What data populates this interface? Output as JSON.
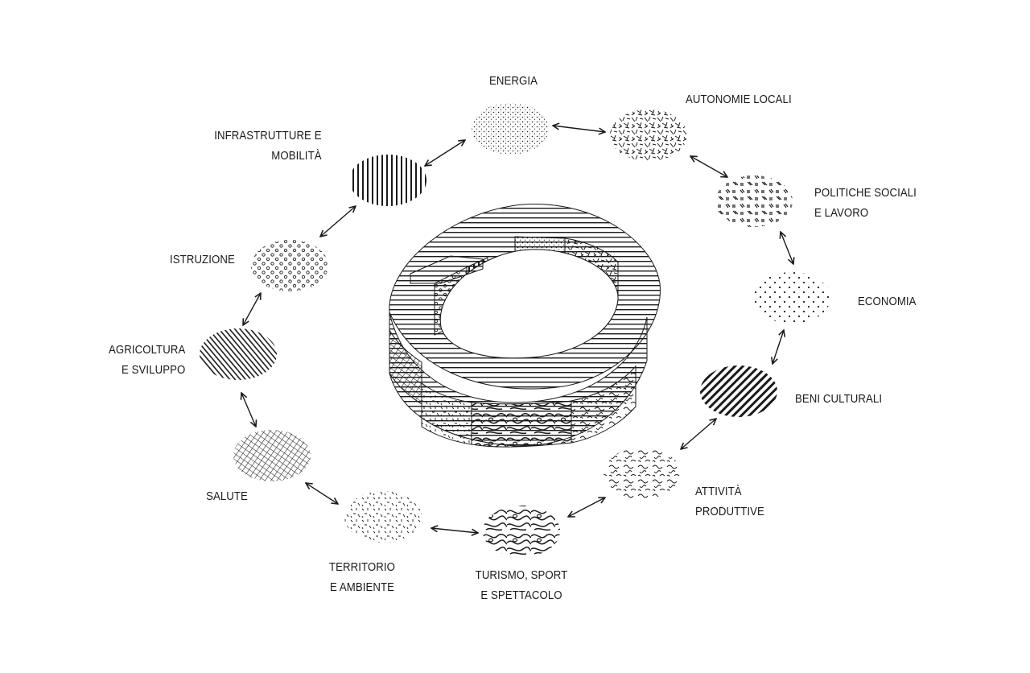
{
  "diagram": {
    "nodes": [
      {
        "id": "energia",
        "lines": [
          "ENERGIA"
        ],
        "pattern": "stipple-dots"
      },
      {
        "id": "autonomie",
        "lines": [
          "AUTONOMIE LOCALI"
        ],
        "pattern": "scattered-strokes"
      },
      {
        "id": "politiche",
        "lines": [
          "POLITICHE SOCIALI",
          "E LAVORO"
        ],
        "pattern": "dash-clusters"
      },
      {
        "id": "economia",
        "lines": [
          "ECONOMIA"
        ],
        "pattern": "sparse-dots"
      },
      {
        "id": "beni",
        "lines": [
          "BENI CULTURALI"
        ],
        "pattern": "diagonal-lines"
      },
      {
        "id": "attivita",
        "lines": [
          "ATTIVITÀ",
          "PRODUTTIVE"
        ],
        "pattern": "squiggles"
      },
      {
        "id": "turismo",
        "lines": [
          "TURISMO, SPORT",
          "E SPETTACOLO"
        ],
        "pattern": "topographic-contours"
      },
      {
        "id": "territorio",
        "lines": [
          "TERRITORIO",
          "E AMBIENTE"
        ],
        "pattern": "short-dashes"
      },
      {
        "id": "salute",
        "lines": [
          "SALUTE"
        ],
        "pattern": "crosshatch"
      },
      {
        "id": "agricoltura",
        "lines": [
          "AGRICOLTURA",
          "E SVILUPPO"
        ],
        "pattern": "dense-diagonal-lines"
      },
      {
        "id": "istruzione",
        "lines": [
          "ISTRUZIONE"
        ],
        "pattern": "small-circles"
      },
      {
        "id": "infrastrutture",
        "lines": [
          "INFRASTRUTTURE E",
          "MOBILITÀ"
        ],
        "pattern": "vertical-lines"
      }
    ],
    "connections": [
      [
        "energia",
        "autonomie"
      ],
      [
        "autonomie",
        "politiche"
      ],
      [
        "politiche",
        "economia"
      ],
      [
        "economia",
        "beni"
      ],
      [
        "beni",
        "attivita"
      ],
      [
        "attivita",
        "turismo"
      ],
      [
        "turismo",
        "territorio"
      ],
      [
        "territorio",
        "salute"
      ],
      [
        "salute",
        "agricoltura"
      ],
      [
        "agricoltura",
        "istruzione"
      ],
      [
        "istruzione",
        "infrastrutture"
      ],
      [
        "infrastrutture",
        "energia"
      ]
    ],
    "center_object": "isometric-ring-of-patterned-segments",
    "colors": {
      "ink": "#1a1a1a",
      "background": "#ffffff"
    }
  }
}
